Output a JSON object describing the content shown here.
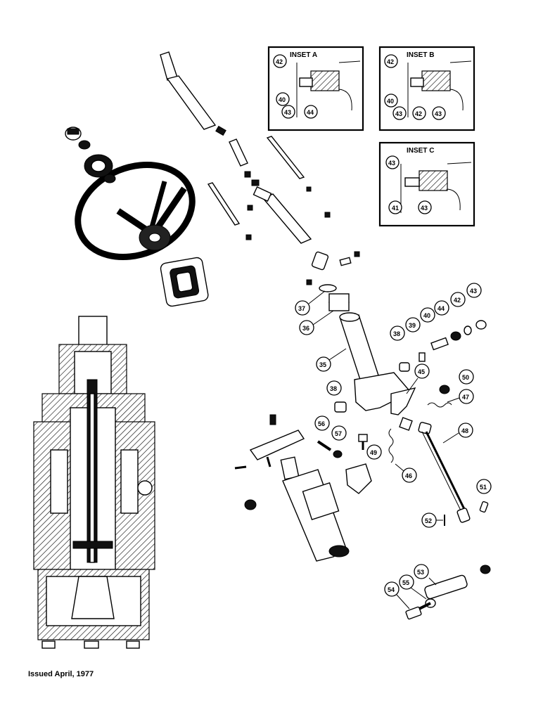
{
  "insets": [
    {
      "title": "INSET A",
      "callouts": [
        "42",
        "40",
        "43",
        "44"
      ]
    },
    {
      "title": "INSET B",
      "callouts": [
        "42",
        "40",
        "43",
        "42",
        "43"
      ]
    },
    {
      "title": "INSET C",
      "callouts": [
        "43",
        "41",
        "43"
      ]
    }
  ],
  "callouts": [
    "37",
    "36",
    "35",
    "38",
    "39",
    "40",
    "44",
    "42",
    "43",
    "45",
    "50",
    "47",
    "38",
    "56",
    "57",
    "49",
    "48",
    "46",
    "51",
    "52",
    "53",
    "55",
    "54"
  ],
  "footer": {
    "issued": "Issued April, 1977"
  }
}
